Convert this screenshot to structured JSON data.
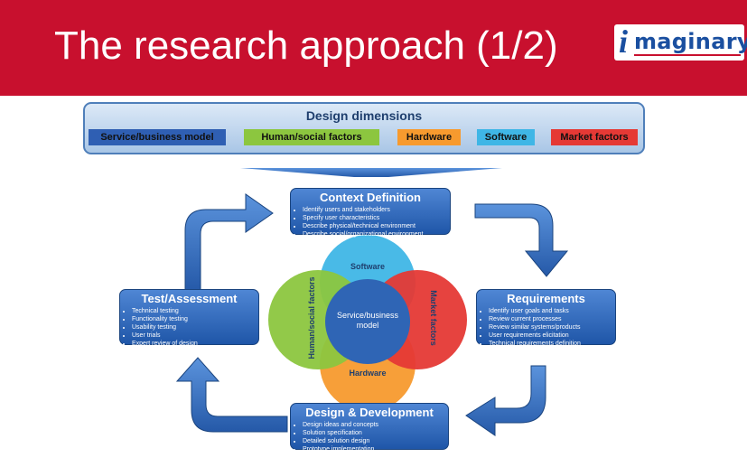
{
  "header": {
    "title": "The research approach (1/2)",
    "bg_color": "#c8102e"
  },
  "logo": {
    "mark": "i",
    "text": "maginary",
    "color": "#1a4fa0"
  },
  "dimensions": {
    "title": "Design dimensions",
    "items": [
      {
        "label": "Service/business model",
        "color": "#2f5fb3"
      },
      {
        "label": "Human/social factors",
        "color": "#8cc63f"
      },
      {
        "label": "Hardware",
        "color": "#f79a2e"
      },
      {
        "label": "Software",
        "color": "#3fb6e6"
      },
      {
        "label": "Market factors",
        "color": "#e53935"
      }
    ]
  },
  "boxes": {
    "context": {
      "title": "Context Definition",
      "items": [
        "Identify users and stakeholders",
        "Specify user characteristics",
        "Describe physical/technical environment",
        "Describe social/organizational environment"
      ]
    },
    "requirements": {
      "title": "Requirements",
      "items": [
        "Identify user goals and tasks",
        "Review current processes",
        "Review similar systems/products",
        "User requirements elicitation",
        "Technical requirements definition"
      ]
    },
    "design": {
      "title": "Design & Development",
      "items": [
        "Design ideas and concepts",
        "Solution specification",
        "Detailed solution design",
        "Prototype implementation"
      ]
    },
    "test": {
      "title": "Test/Assessment",
      "items": [
        "Technical testing",
        "Functionality testing",
        "Usability testing",
        "User trials",
        "Expert review of design"
      ]
    }
  },
  "venn": {
    "software": "Software",
    "hardware": "Hardware",
    "human_social": "Human/social factors",
    "market": "Market factors",
    "center": "Service/business model"
  }
}
